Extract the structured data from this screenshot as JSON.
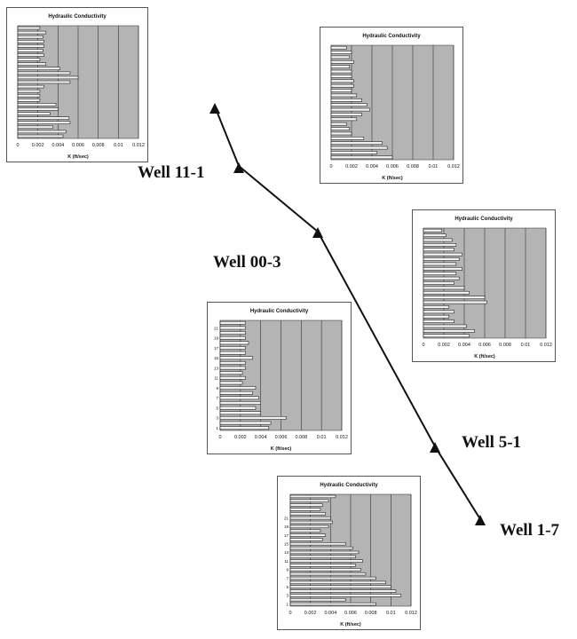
{
  "wells": [
    {
      "name": "Well 11-1"
    },
    {
      "name": "Well 00-3"
    },
    {
      "name": "Well 5-1"
    },
    {
      "name": "Well 1-7"
    }
  ],
  "colors": {
    "plot_bg": "#b4b4b4",
    "bar_fill": "#f2f2f2",
    "bar_stroke": "#222222",
    "line": "#111111"
  },
  "chart_data": [
    {
      "type": "bar",
      "orientation": "horizontal",
      "title": "Hydraulic Conductivity",
      "xlabel": "K (ft/sec)",
      "xlim": [
        0,
        0.012
      ],
      "xticks": [
        "0",
        "0.002",
        "0.004",
        "0.006",
        "0.008",
        "0.01",
        "0.012"
      ],
      "ytick_labels": [],
      "values": [
        0.0045,
        0.0048,
        0.0035,
        0.0052,
        0.0051,
        0.0032,
        0.004,
        0.0038,
        0.0022,
        0.0022,
        0.0022,
        0.0026,
        0.0052,
        0.006,
        0.0052,
        0.0042,
        0.0028,
        0.0022,
        0.0026,
        0.0025,
        0.0026,
        0.0026,
        0.0025,
        0.0028,
        0.0022
      ]
    },
    {
      "type": "bar",
      "orientation": "horizontal",
      "title": "Hydraulic Conductivity",
      "xlabel": "K (ft/sec)",
      "xlim": [
        0,
        0.012
      ],
      "xticks": [
        "0",
        "0.002",
        "0.004",
        "0.006",
        "0.008",
        "0.01",
        "0.012"
      ],
      "ytick_labels": [],
      "values": [
        0.006,
        0.0045,
        0.0055,
        0.005,
        0.0032,
        0.002,
        0.0018,
        0.0015,
        0.0025,
        0.003,
        0.0038,
        0.0035,
        0.003,
        0.0025,
        0.002,
        0.0022,
        0.0022,
        0.002,
        0.002,
        0.0018,
        0.0022,
        0.0018,
        0.002,
        0.0015
      ]
    },
    {
      "type": "bar",
      "orientation": "horizontal",
      "title": "Hydraulic Conductivity",
      "xlabel": "K (ft/sec)",
      "xlim": [
        0,
        0.012
      ],
      "xticks": [
        "0",
        "0.002",
        "0.004",
        "0.006",
        "0.008",
        "0.01",
        "0.012"
      ],
      "ytick_labels": [],
      "values": [
        0.0045,
        0.005,
        0.0042,
        0.003,
        0.0025,
        0.003,
        0.0025,
        0.0062,
        0.006,
        0.0045,
        0.004,
        0.003,
        0.0035,
        0.0032,
        0.0038,
        0.0032,
        0.0035,
        0.0038,
        0.003,
        0.0032,
        0.0028,
        0.0022,
        0.0018
      ]
    },
    {
      "type": "bar",
      "orientation": "horizontal",
      "title": "Hydraulic Conductivity",
      "xlabel": "K (ft/sec)",
      "xlim": [
        0,
        0.012
      ],
      "xticks": [
        "0",
        "0.002",
        "0.004",
        "0.006",
        "0.008",
        "0.01",
        "0.012"
      ],
      "ytick_labels": [
        "1",
        "3",
        "5",
        "7",
        "9",
        "11",
        "13",
        "15",
        "17",
        "19",
        "21"
      ],
      "values": [
        0.0048,
        0.005,
        0.0065,
        0.004,
        0.0035,
        0.004,
        0.0038,
        0.0032,
        0.0035,
        0.0022,
        0.0025,
        0.0022,
        0.0025,
        0.0025,
        0.0032,
        0.0025,
        0.0025,
        0.0028,
        0.0025,
        0.0025,
        0.0025,
        0.0025
      ]
    },
    {
      "type": "bar",
      "orientation": "horizontal",
      "title": "Hydraulic Conductivity",
      "xlabel": "K (ft/sec)",
      "xlim": [
        0,
        0.012
      ],
      "xticks": [
        "0",
        "0.002",
        "0.004",
        "0.006",
        "0.008",
        "0.01",
        "0.012"
      ],
      "ytick_labels": [
        "1",
        "3",
        "5",
        "7",
        "9",
        "11",
        "13",
        "15",
        "17",
        "19",
        "21"
      ],
      "values": [
        0.0085,
        0.0055,
        0.011,
        0.0105,
        0.01,
        0.0095,
        0.0085,
        0.0075,
        0.007,
        0.0065,
        0.0072,
        0.0065,
        0.0068,
        0.0062,
        0.0055,
        0.0032,
        0.0035,
        0.003,
        0.0038,
        0.0042,
        0.004,
        0.0035,
        0.003,
        0.0032,
        0.0038,
        0.0045
      ]
    }
  ]
}
